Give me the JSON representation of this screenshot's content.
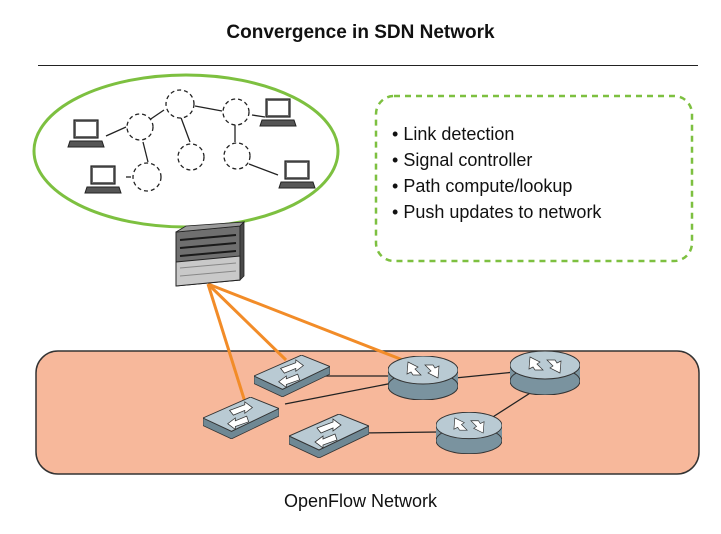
{
  "title": "Convergence in SDN Network",
  "steps": [
    "Link detection",
    "Signal controller",
    "Path compute/lookup",
    "Push updates to network"
  ],
  "network_label": "OpenFlow Network",
  "colors": {
    "ellipse_border": "#7dc040",
    "steps_border": "#7dc040",
    "network_fill": "#f7b89b",
    "control_links": "#f28c28",
    "device_fill": "#a9bcc6"
  },
  "icons": {
    "host": "laptop-icon",
    "controller": "server-icon",
    "switch": "openflow-switch-icon",
    "router": "router-icon"
  }
}
